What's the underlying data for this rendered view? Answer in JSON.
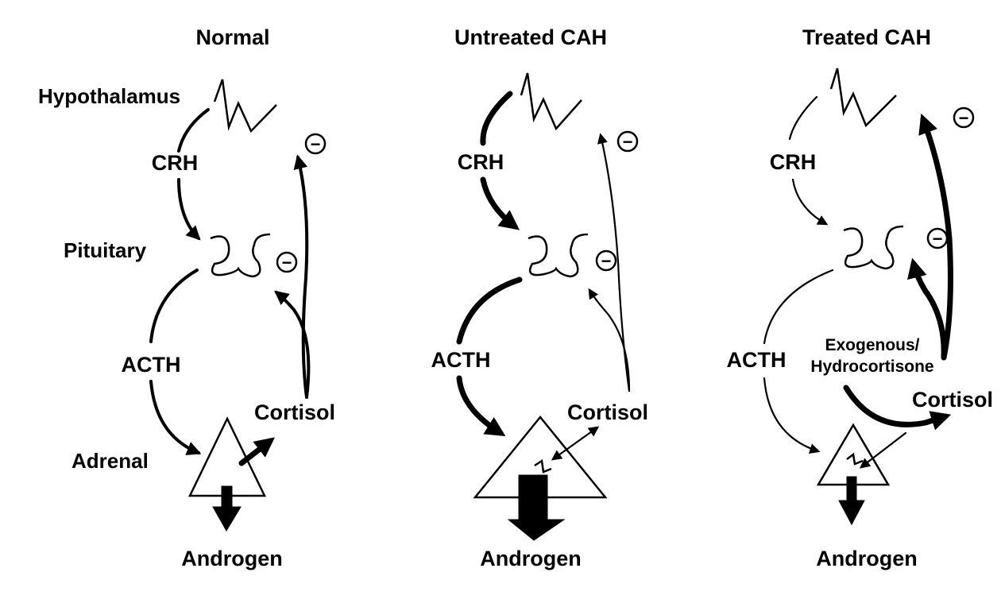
{
  "panels": [
    {
      "title": "Normal"
    },
    {
      "title": "Untreated CAH"
    },
    {
      "title": "Treated CAH"
    }
  ],
  "labels": {
    "hypothalamus": "Hypothalamus",
    "pituitary": "Pituitary",
    "adrenal": "Adrenal",
    "crh": "CRH",
    "acth": "ACTH",
    "cortisol": "Cortisol",
    "androgen": "Androgen",
    "exogenous_line1": "Exogenous/",
    "exogenous_line2": "Hydrocortisone",
    "negative_sign": "−"
  }
}
